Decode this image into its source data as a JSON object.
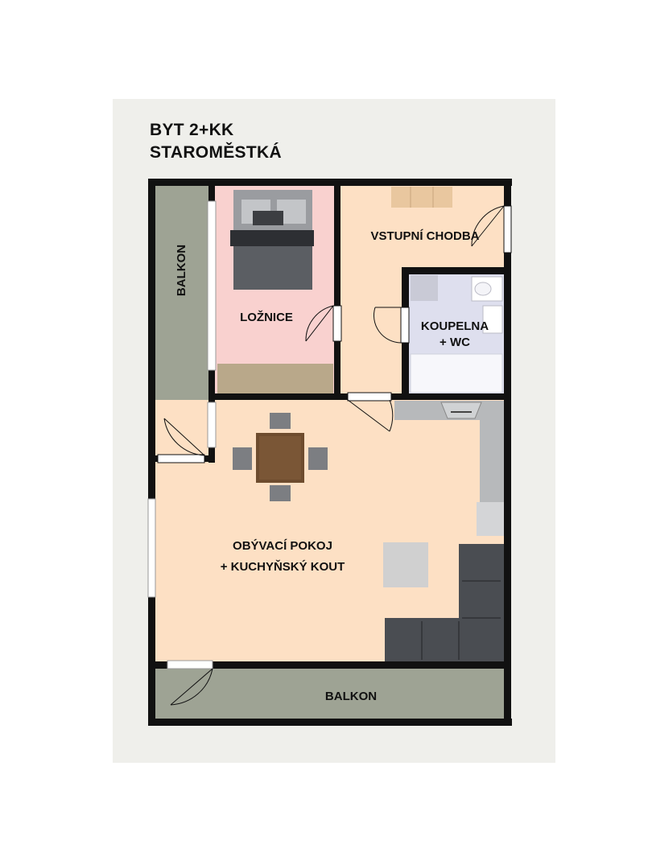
{
  "title": {
    "line1": "BYT 2+KK",
    "line2": "STAROMĚSTKÁ"
  },
  "rooms": {
    "balcony_left": "BALKON",
    "bedroom": "LOŽNICE",
    "hallway": "VSTUPNÍ CHODBA",
    "bathroom_line1": "KOUPELNA",
    "bathroom_line2": "+ WC",
    "living_line1": "OBÝVACÍ POKOJ",
    "living_line2": "+ KUCHYŇSKÝ KOUT",
    "balcony_bottom": "BALKON"
  },
  "colors": {
    "wall": "#111111",
    "balcony": "#9ea394",
    "bedroom": "#f9d1cf",
    "living": "#fde0c4",
    "bathroom": "#dedfee",
    "sofa": "#4a4d52",
    "table": "#6e4c2e",
    "background": "#efefeb"
  }
}
